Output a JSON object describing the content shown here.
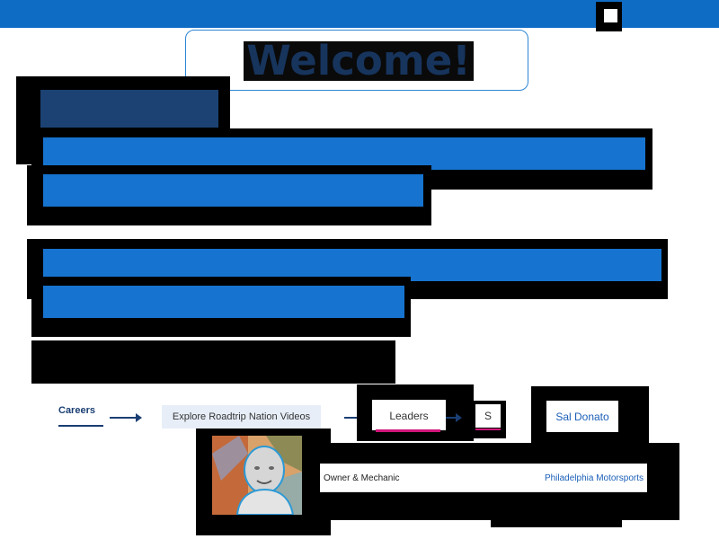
{
  "window": {
    "close_icon": "square-icon"
  },
  "header": {
    "title": "Welcome!"
  },
  "breadcrumb": {
    "items": [
      {
        "label": "Careers"
      },
      {
        "label": "Explore Roadtrip Nation Videos"
      },
      {
        "label": "Leaders"
      },
      {
        "label": "S"
      },
      {
        "label": "Sal Donato"
      }
    ]
  },
  "profile": {
    "photo_icon": "portrait-photo-icon",
    "occupation": "Owner & Mechanic",
    "company": "Philadelphia Motorsports"
  },
  "colors": {
    "top_bar": "#0f6cc5",
    "title_text": "#17345c",
    "block_blue": "#1673cf",
    "block_dark_blue": "#1b4272",
    "accent_pink": "#d0157a"
  }
}
